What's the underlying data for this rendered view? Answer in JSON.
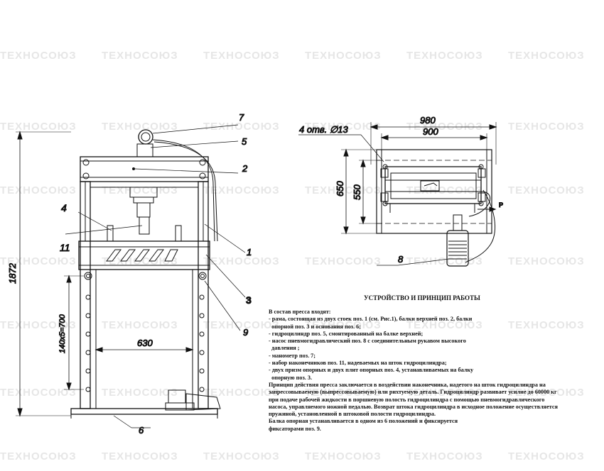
{
  "watermark": {
    "text": "ТЕХНОСОЮЗ",
    "color": "#e6e6e6"
  },
  "front_view": {
    "height_label": "1872",
    "pitch_label": "140x5=700",
    "span_label": "630",
    "callouts": {
      "c1": "1",
      "c2": "2",
      "c3": "3",
      "c4": "4",
      "c5": "5",
      "c6": "6",
      "c7": "7",
      "c9": "9",
      "c11": "11"
    }
  },
  "top_view": {
    "width_outer": "980",
    "width_inner": "900",
    "depth_outer": "650",
    "depth_inner": "550",
    "holes_label": "4 отв. ∅13",
    "force_label": "P",
    "callout8": "8"
  },
  "description": {
    "title": "УСТРОЙСТВО И ПРИНЦИП РАБОТЫ",
    "lines": [
      "В состав пресса входят:",
      "- рама, состоящая из двух стоек поз. 1 (см. Рис.1), балки верхней поз. 2, балки",
      "  опорной поз. 3 и основания поз. 6;",
      "- гидроцилиндр поз. 5, смонтированный на балке верхней;",
      "- насос пневмогидравлический поз. 8 с соединительным рукавом высокого",
      "  давления ;",
      "- манометр поз. 7;",
      "- набор наконечников поз. 11, надеваемых на шток гидроцилиндра;",
      "- двух призм опорных и двух плит опорных поз. 4, устанавливаемых на балку",
      "  опорную поз. 3.",
      "Принцип действия пресса заключается в воздействии наконечника, надетого на шток гидроцилиндра на",
      "запрессовываемую (выпрессовываемую) или рихтуемую деталь. Гидроцилиндр развивает усилие до 60000 кг",
      "при подаче рабочей жидкости в поршневую полость гидроцилиндра с помощью    пневмогидравлического",
      "насоса, управляемого ножной педалью. Возврат штока гидроцилиндра в исходное положение осуществляется",
      "пружиной, установленной в штоковой полости гидроцилиндра.",
      "Балка опорная устанавливается в одном из 6 положений и фиксируется",
      "фиксаторами поз. 9."
    ]
  }
}
